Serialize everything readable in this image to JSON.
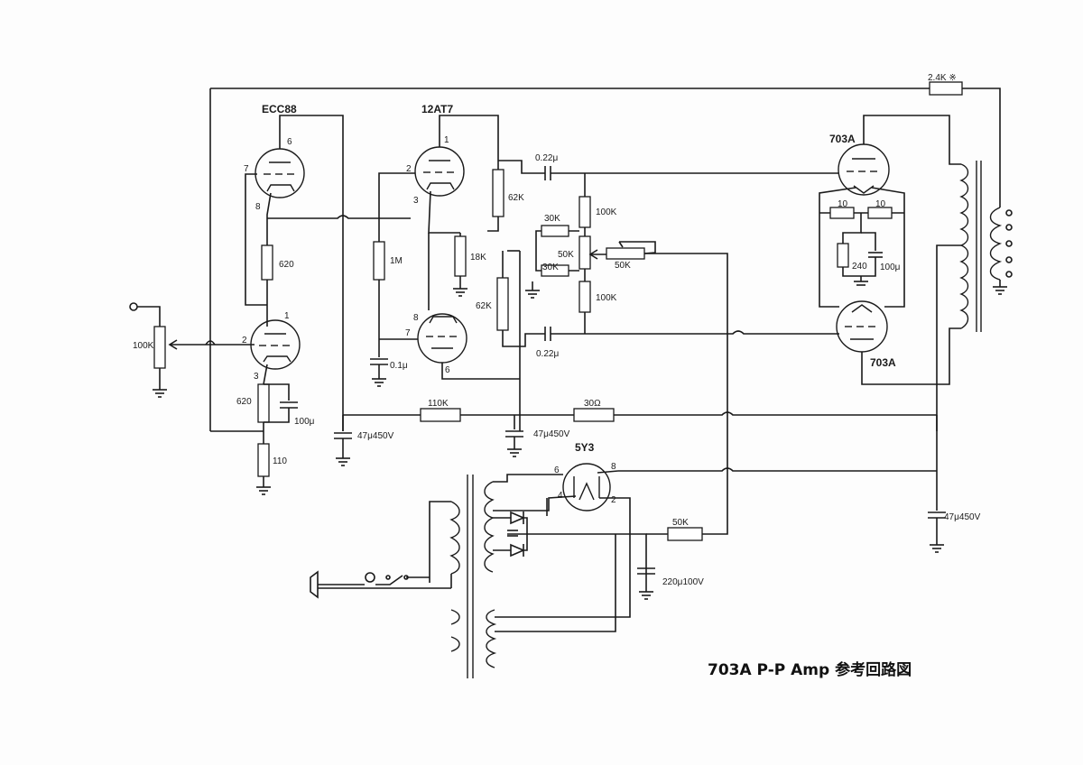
{
  "title": "703A P-P Amp 参考回路図",
  "tubes": {
    "v1": "ECC88",
    "v2": "12AT7",
    "out_top": "703A",
    "out_bottom": "703A",
    "rect": "5Y3"
  },
  "pins": {
    "ecc88_top": [
      "6",
      "7",
      "8"
    ],
    "ecc88_bottom": [
      "1",
      "2",
      "3"
    ],
    "at7_top": [
      "1",
      "2",
      "3"
    ],
    "at7_bottom": [
      "8",
      "7",
      "6"
    ],
    "rect": [
      "6",
      "8",
      "4",
      "2"
    ]
  },
  "components": {
    "r_fb": "2.4K ※",
    "vol": "100K",
    "r_620_top": "620",
    "r_620_bot": "620",
    "c_100u_k": "100μ",
    "r_110": "110",
    "r_1m": "1M",
    "c_01u": "0.1μ",
    "r_18k": "18K",
    "r_62k_top": "62K",
    "r_62k_bot": "62K",
    "c_022_top": "0.22μ",
    "c_022_bot": "0.22μ",
    "r_100k_top": "100K",
    "r_100k_bot": "100K",
    "r_30k_top": "30K",
    "r_30k_bot": "30K",
    "pot_50k_a": "50K",
    "pot_50k_b": "50K",
    "r_10_l": "10",
    "r_10_r": "10",
    "r_240": "240",
    "c_100u_out": "100μ",
    "r_110k": "110K",
    "r_30ohm": "30Ω",
    "c_47_a": "47μ450V",
    "c_47_b": "47μ450V",
    "c_47_c": "47μ450V",
    "r_50k_ps": "50K",
    "c_220": "220μ100V"
  },
  "colors": {
    "ink": "#1a1a1a",
    "paper": "#fdfdfd"
  }
}
